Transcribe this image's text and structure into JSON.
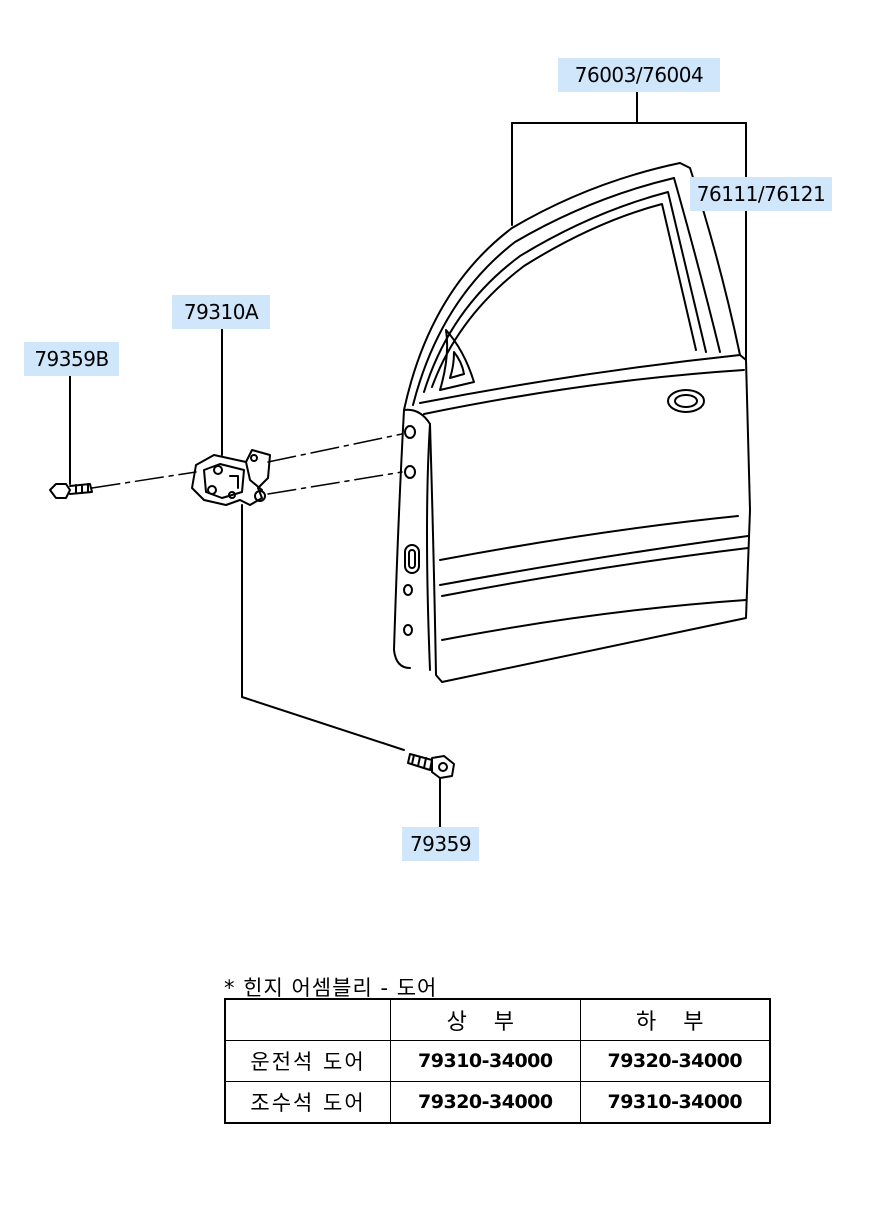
{
  "callouts": {
    "door_assy": "76003/76004",
    "weatherstrip": "76111/76121",
    "hinge_assy": "79310A",
    "bolt_left": "79359B",
    "bolt_bottom": "79359"
  },
  "note": "* 힌지 어셈블리 - 도어",
  "table": {
    "header": [
      "",
      "상 부",
      "하 부"
    ],
    "rows": [
      {
        "label": "운전석 도어",
        "upper": "79310-34000",
        "lower": "79320-34000"
      },
      {
        "label": "조수석 도어",
        "upper": "79320-34000",
        "lower": "79310-34000"
      }
    ]
  },
  "colors": {
    "callout_bg": "#cfe6fb",
    "line": "#000000"
  }
}
